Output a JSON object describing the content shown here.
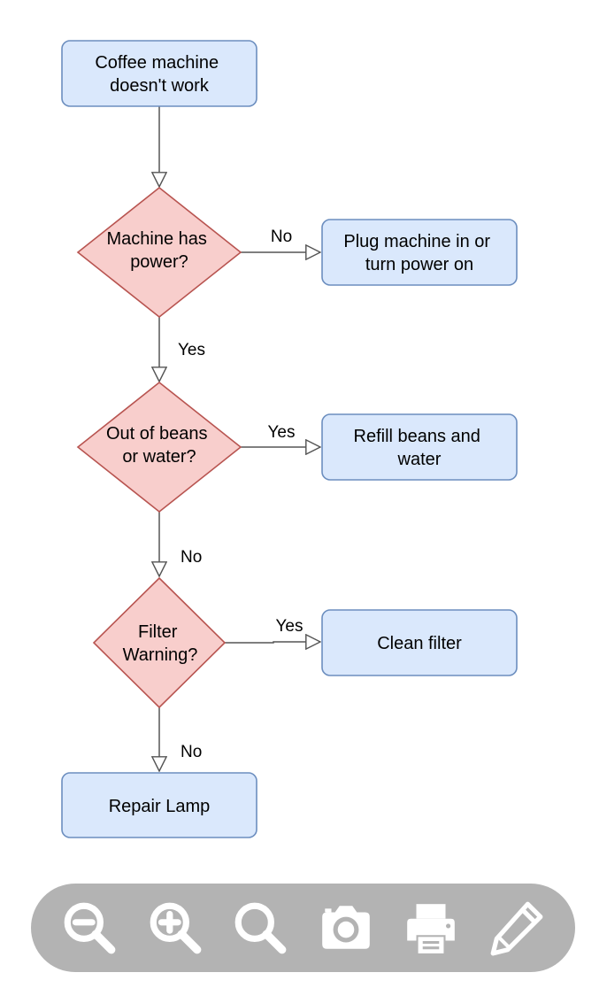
{
  "colors": {
    "process_fill": "#dae8fc",
    "process_stroke": "#6c8ebf",
    "decision_fill": "#f8cecc",
    "decision_stroke": "#b85450",
    "edge": "#555555",
    "toolbar_bg": "#b3b3b3",
    "toolbar_icon": "#ffffff"
  },
  "nodes": {
    "start": [
      "Coffee machine",
      "doesn't work"
    ],
    "power_check": [
      "Machine has",
      "power?"
    ],
    "plug_in": [
      "Plug machine in or",
      "turn power on"
    ],
    "beans_check": [
      "Out of beans",
      "or water?"
    ],
    "refill": [
      "Refill beans and",
      "water"
    ],
    "filter_check": [
      "Filter",
      "Warning?"
    ],
    "clean_filter": [
      "Clean filter"
    ],
    "repair": [
      "Repair Lamp"
    ]
  },
  "edges": {
    "power_no": "No",
    "power_yes": "Yes",
    "beans_yes": "Yes",
    "beans_no": "No",
    "filter_yes": "Yes",
    "filter_no": "No"
  },
  "toolbar": {
    "buttons": [
      {
        "icon": "zoom-out-icon"
      },
      {
        "icon": "zoom-in-icon"
      },
      {
        "icon": "zoom-fit-icon"
      },
      {
        "icon": "camera-icon"
      },
      {
        "icon": "print-icon"
      },
      {
        "icon": "pencil-icon"
      }
    ]
  }
}
